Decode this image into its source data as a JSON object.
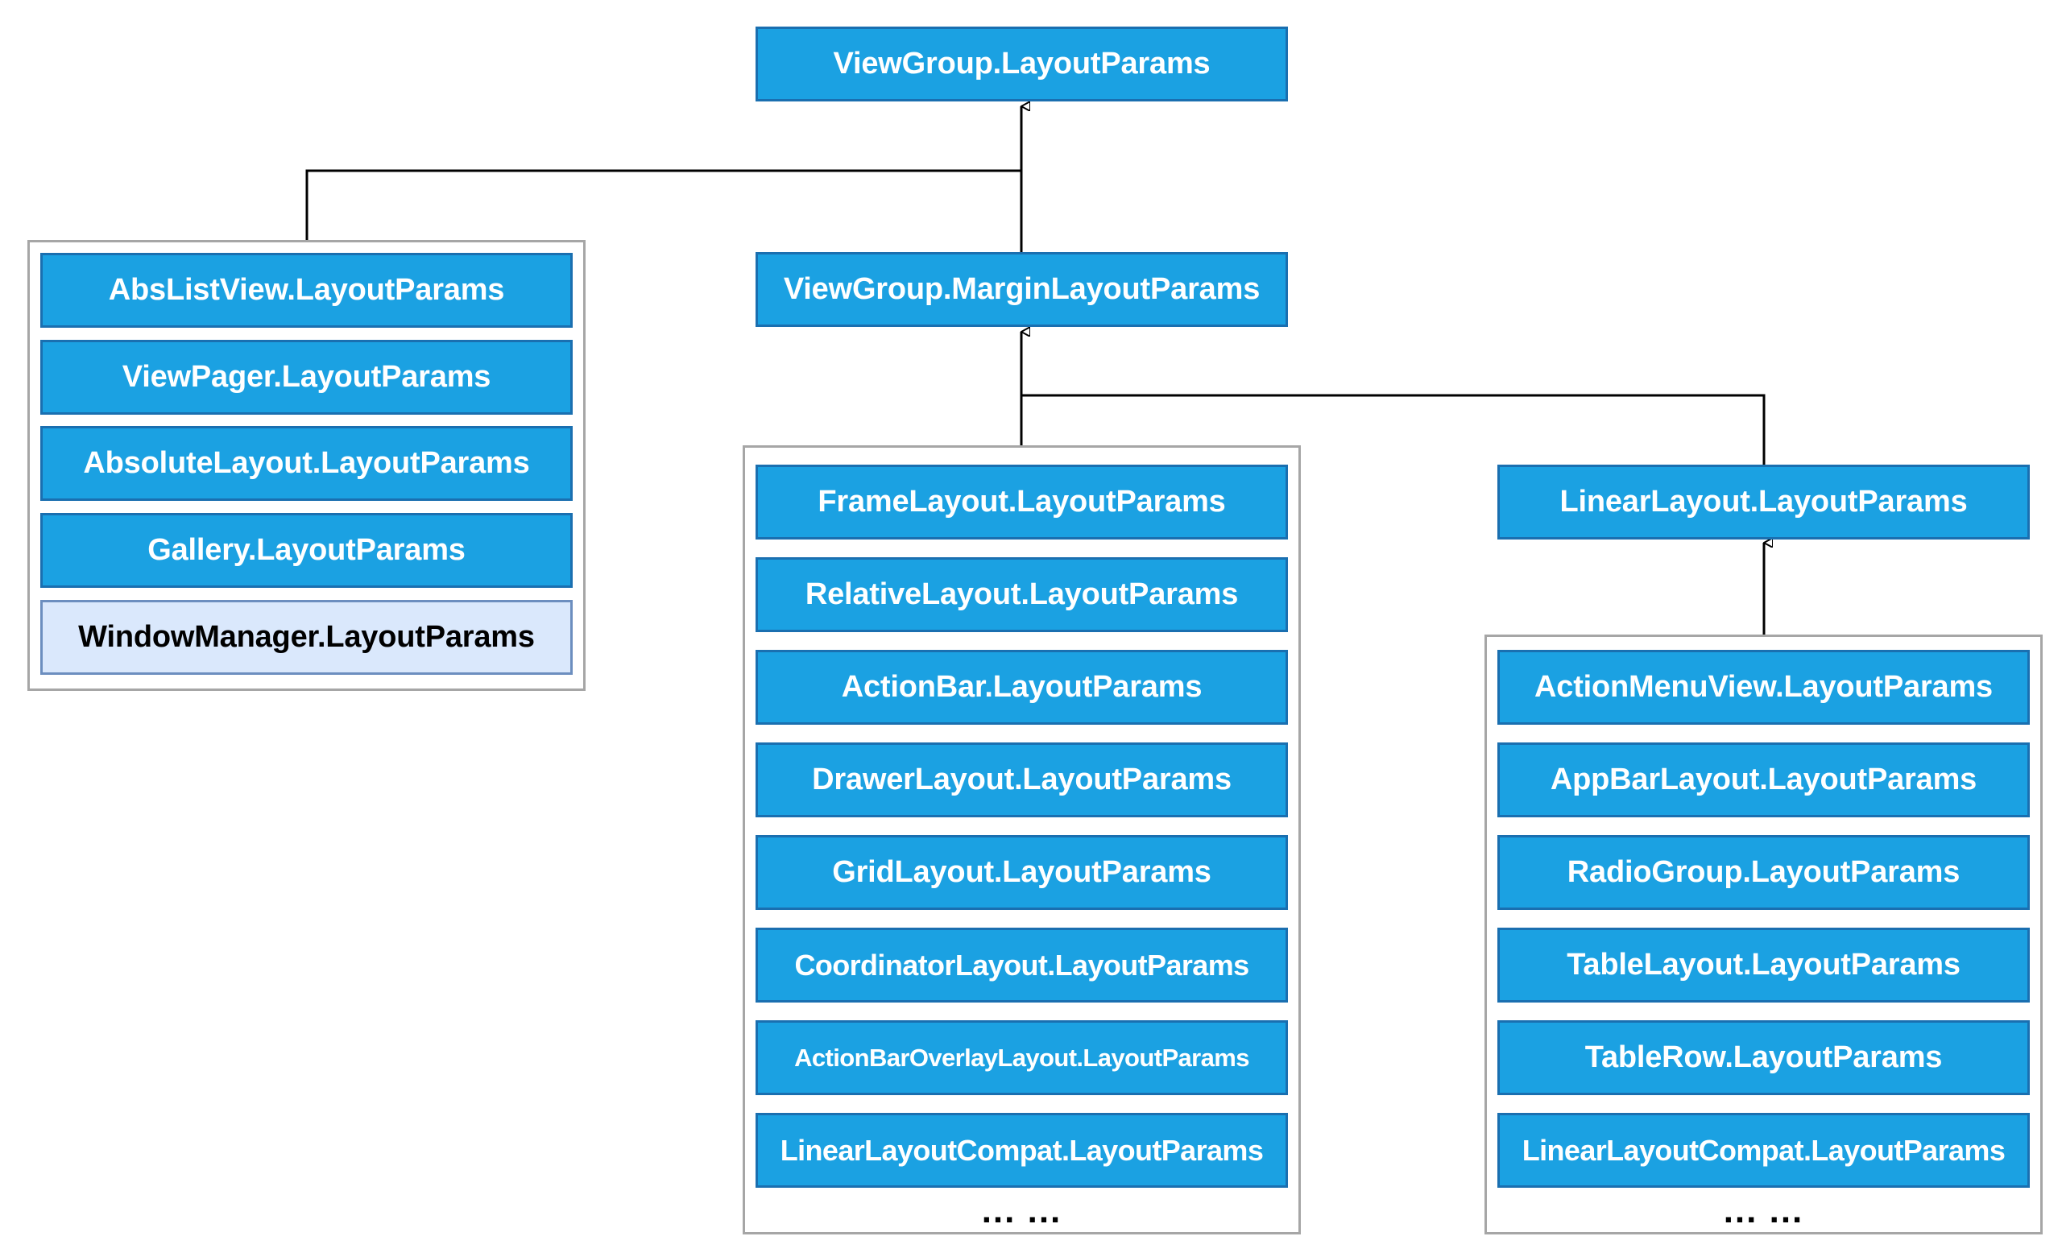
{
  "root": {
    "label": "ViewGroup.LayoutParams"
  },
  "margin_params": {
    "label": "ViewGroup.MarginLayoutParams"
  },
  "linear_params": {
    "label": "LinearLayout.LayoutParams"
  },
  "left_group": {
    "items": [
      {
        "label": "AbsListView.LayoutParams"
      },
      {
        "label": "ViewPager.LayoutParams"
      },
      {
        "label": "AbsoluteLayout.LayoutParams"
      },
      {
        "label": "Gallery.LayoutParams"
      },
      {
        "label": "WindowManager.LayoutParams",
        "highlight": true
      }
    ]
  },
  "margin_group": {
    "items": [
      {
        "label": "FrameLayout.LayoutParams"
      },
      {
        "label": "RelativeLayout.LayoutParams"
      },
      {
        "label": "ActionBar.LayoutParams"
      },
      {
        "label": "DrawerLayout.LayoutParams"
      },
      {
        "label": "GridLayout.LayoutParams"
      },
      {
        "label": "CoordinatorLayout.LayoutParams"
      },
      {
        "label": "ActionBarOverlayLayout.LayoutParams"
      },
      {
        "label": "LinearLayoutCompat.LayoutParams"
      }
    ],
    "more": "... ..."
  },
  "linear_group": {
    "items": [
      {
        "label": "ActionMenuView.LayoutParams"
      },
      {
        "label": "AppBarLayout.LayoutParams"
      },
      {
        "label": "RadioGroup.LayoutParams"
      },
      {
        "label": "TableLayout.LayoutParams"
      },
      {
        "label": "TableRow.LayoutParams"
      },
      {
        "label": "LinearLayoutCompat.LayoutParams"
      }
    ],
    "more": "... ..."
  },
  "colors": {
    "node_fill": "#1ba1e2",
    "node_border": "#1a6fb0",
    "highlight_fill": "#dae8fc",
    "highlight_border": "#6c8ebf",
    "group_border": "#a6a6a6",
    "connector": "#000000"
  }
}
